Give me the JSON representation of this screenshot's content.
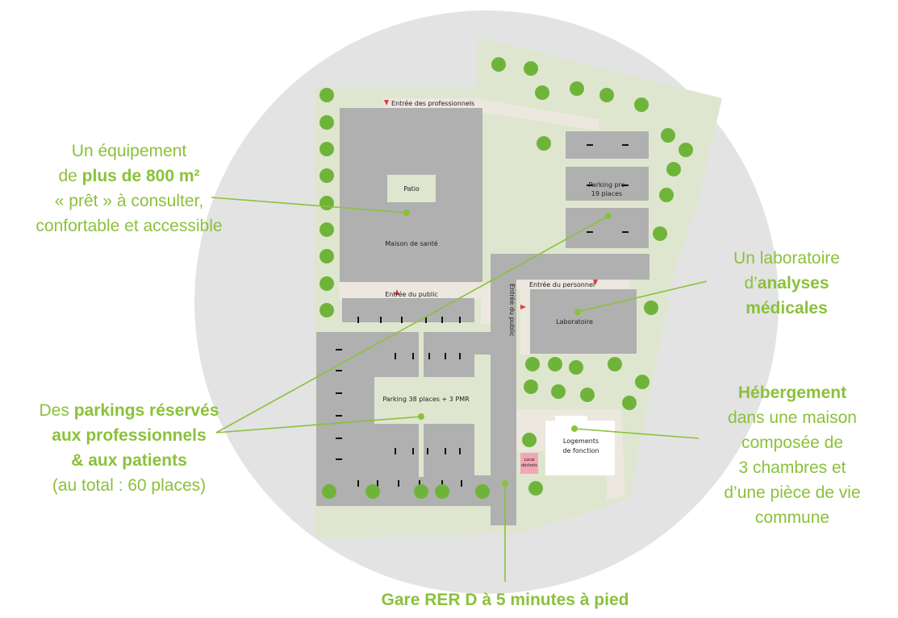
{
  "map": {
    "labels": {
      "entree_pro": "Entrée des professionnels",
      "patio": "Patio",
      "maison_sante": "Maison de santé",
      "parking_pro_1": "Parking pro",
      "parking_pro_2": "19 places",
      "entree_public_h": "Entrée du public",
      "entree_public_v": "Entrée du public",
      "entree_personnel": "Entrée du personnel",
      "laboratoire": "Laboratoire",
      "parking_main": "Parking 38 places + 3 PMR",
      "logements_1": "Logements",
      "logements_2": "de fonction",
      "local_dechets_1": "Local",
      "local_dechets_2": "déchets"
    }
  },
  "callouts": {
    "surface": {
      "l1": "Un équipement",
      "l2_pre": "de ",
      "l2_bold": "plus de 800 m²",
      "l3": "« prêt » à consulter,",
      "l4": "confortable et accessible"
    },
    "parkings": {
      "l1_pre": "Des ",
      "l1_bold": "parkings réservés",
      "l2_bold": "aux professionnels",
      "l3_bold": "& aux patients",
      "l4": "(au total : 60 places)"
    },
    "labo": {
      "l1": "Un laboratoire",
      "l2_pre": "d’",
      "l2_bold": "analyses",
      "l3_bold": "médicales"
    },
    "hebergement": {
      "l1_bold": "Hébergement",
      "l2": "dans une maison",
      "l3": "composée de",
      "l4": "3 chambres et",
      "l5": "d’une pièce de vie",
      "l6": "commune"
    },
    "gare": {
      "l1": "Gare RER D à 5 minutes à pied"
    }
  },
  "colors": {
    "accent": "#8bc13a",
    "grass": "#dfe6cf",
    "building": "#b0b0b0",
    "path": "#ece7df",
    "circle": "#e3e3e3",
    "tree": "#6fb43a"
  }
}
